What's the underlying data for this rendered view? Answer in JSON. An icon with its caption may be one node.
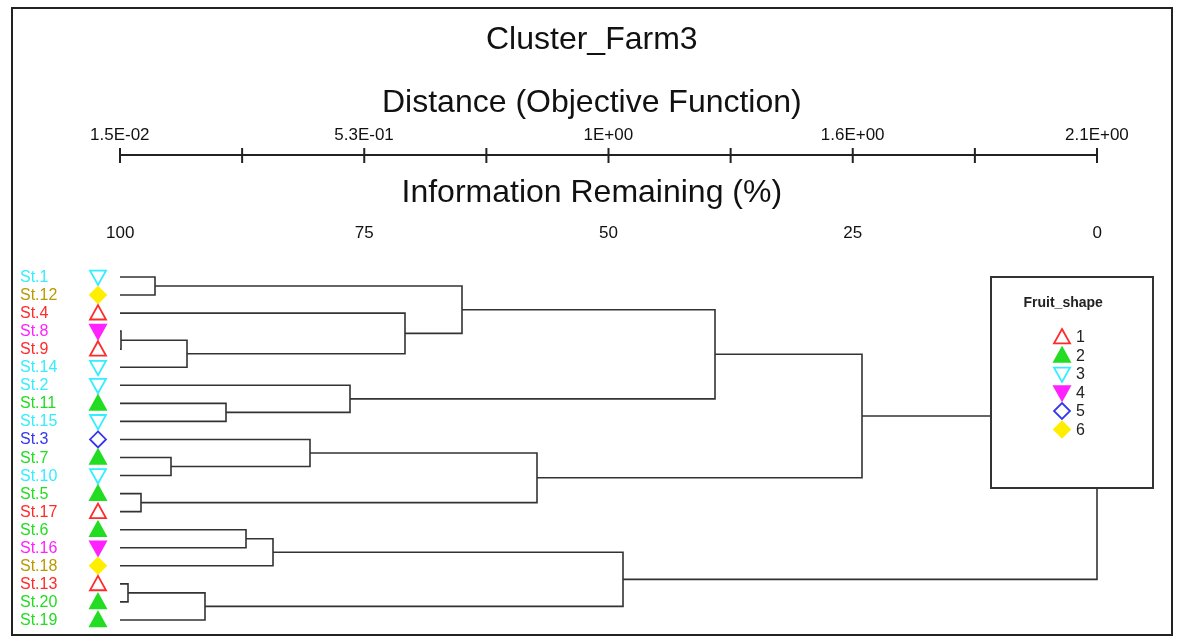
{
  "diagram": {
    "title": "Cluster_Farm3",
    "labels": [
      "Distance (Objective Function)",
      "1.5E-02",
      "5.3E-01",
      "1E+00",
      "1.6E+00",
      "2.1E+00",
      "Information Remaining (%)",
      "100",
      "75",
      "50",
      "25",
      "0",
      "St.1",
      "St.12",
      "St.4",
      "St.8",
      "St.9",
      "St.14",
      "St.2",
      "St.11",
      "St.15",
      "St.3",
      "St.7",
      "St.10",
      "St.5",
      "St.17",
      "St.6",
      "St.16",
      "St.18",
      "St.13",
      "St.20",
      "St.19",
      "Fruit_shape"
    ],
    "legend": [
      {
        "text": "1"
      },
      {
        "text": "2"
      },
      {
        "text": "3"
      },
      {
        "text": "4"
      },
      {
        "text": "5"
      },
      {
        "text": "6"
      }
    ]
  }
}
